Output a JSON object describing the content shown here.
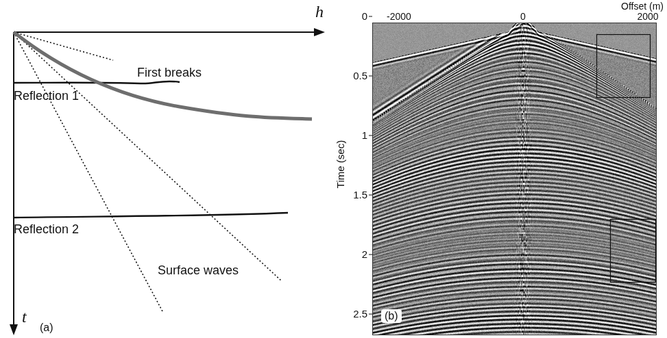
{
  "diagram": {
    "labels": [
      "h",
      "First breaks",
      "Reflection 1",
      "Reflection 2",
      "Surface waves",
      "t",
      "(a)",
      "Offset (m)",
      "-2000",
      "0",
      "2000",
      "0",
      "0.5",
      "1",
      "1.5",
      "2",
      "2.5",
      "Time (sec)",
      "(b)"
    ]
  }
}
